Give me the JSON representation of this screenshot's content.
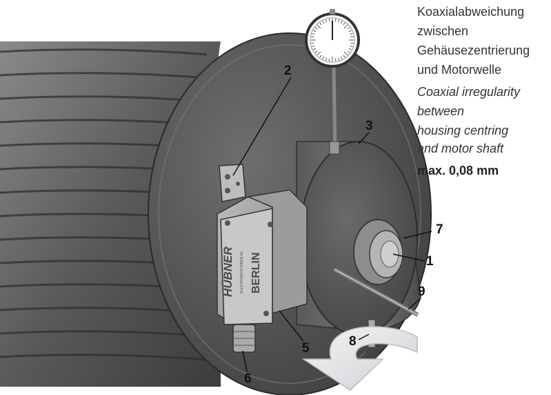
{
  "annotation": {
    "german": [
      "Koaxialabweichung",
      "zwischen",
      "Gehäusezentrierung",
      "und Motorwelle"
    ],
    "english": [
      "Coaxial irregularity",
      "between",
      "housing centring",
      "and motor shaft"
    ],
    "tolerance": "max. 0,08 mm"
  },
  "callouts": {
    "c1": "1",
    "c2": "2",
    "c3": "3",
    "c5": "5",
    "c6": "6",
    "c7": "7",
    "c8": "8",
    "c9": "9"
  },
  "encoder_label": {
    "brand": "HÜBNER",
    "city": "BERLIN",
    "sub": "ELEKTROMASCHINEN AG"
  },
  "colors": {
    "metal_dark": "#4a4a4a",
    "metal_mid": "#6b6b6b",
    "metal_light": "#9a9a9a",
    "arrow_fill": "#e6e8ea",
    "text": "#333333"
  }
}
